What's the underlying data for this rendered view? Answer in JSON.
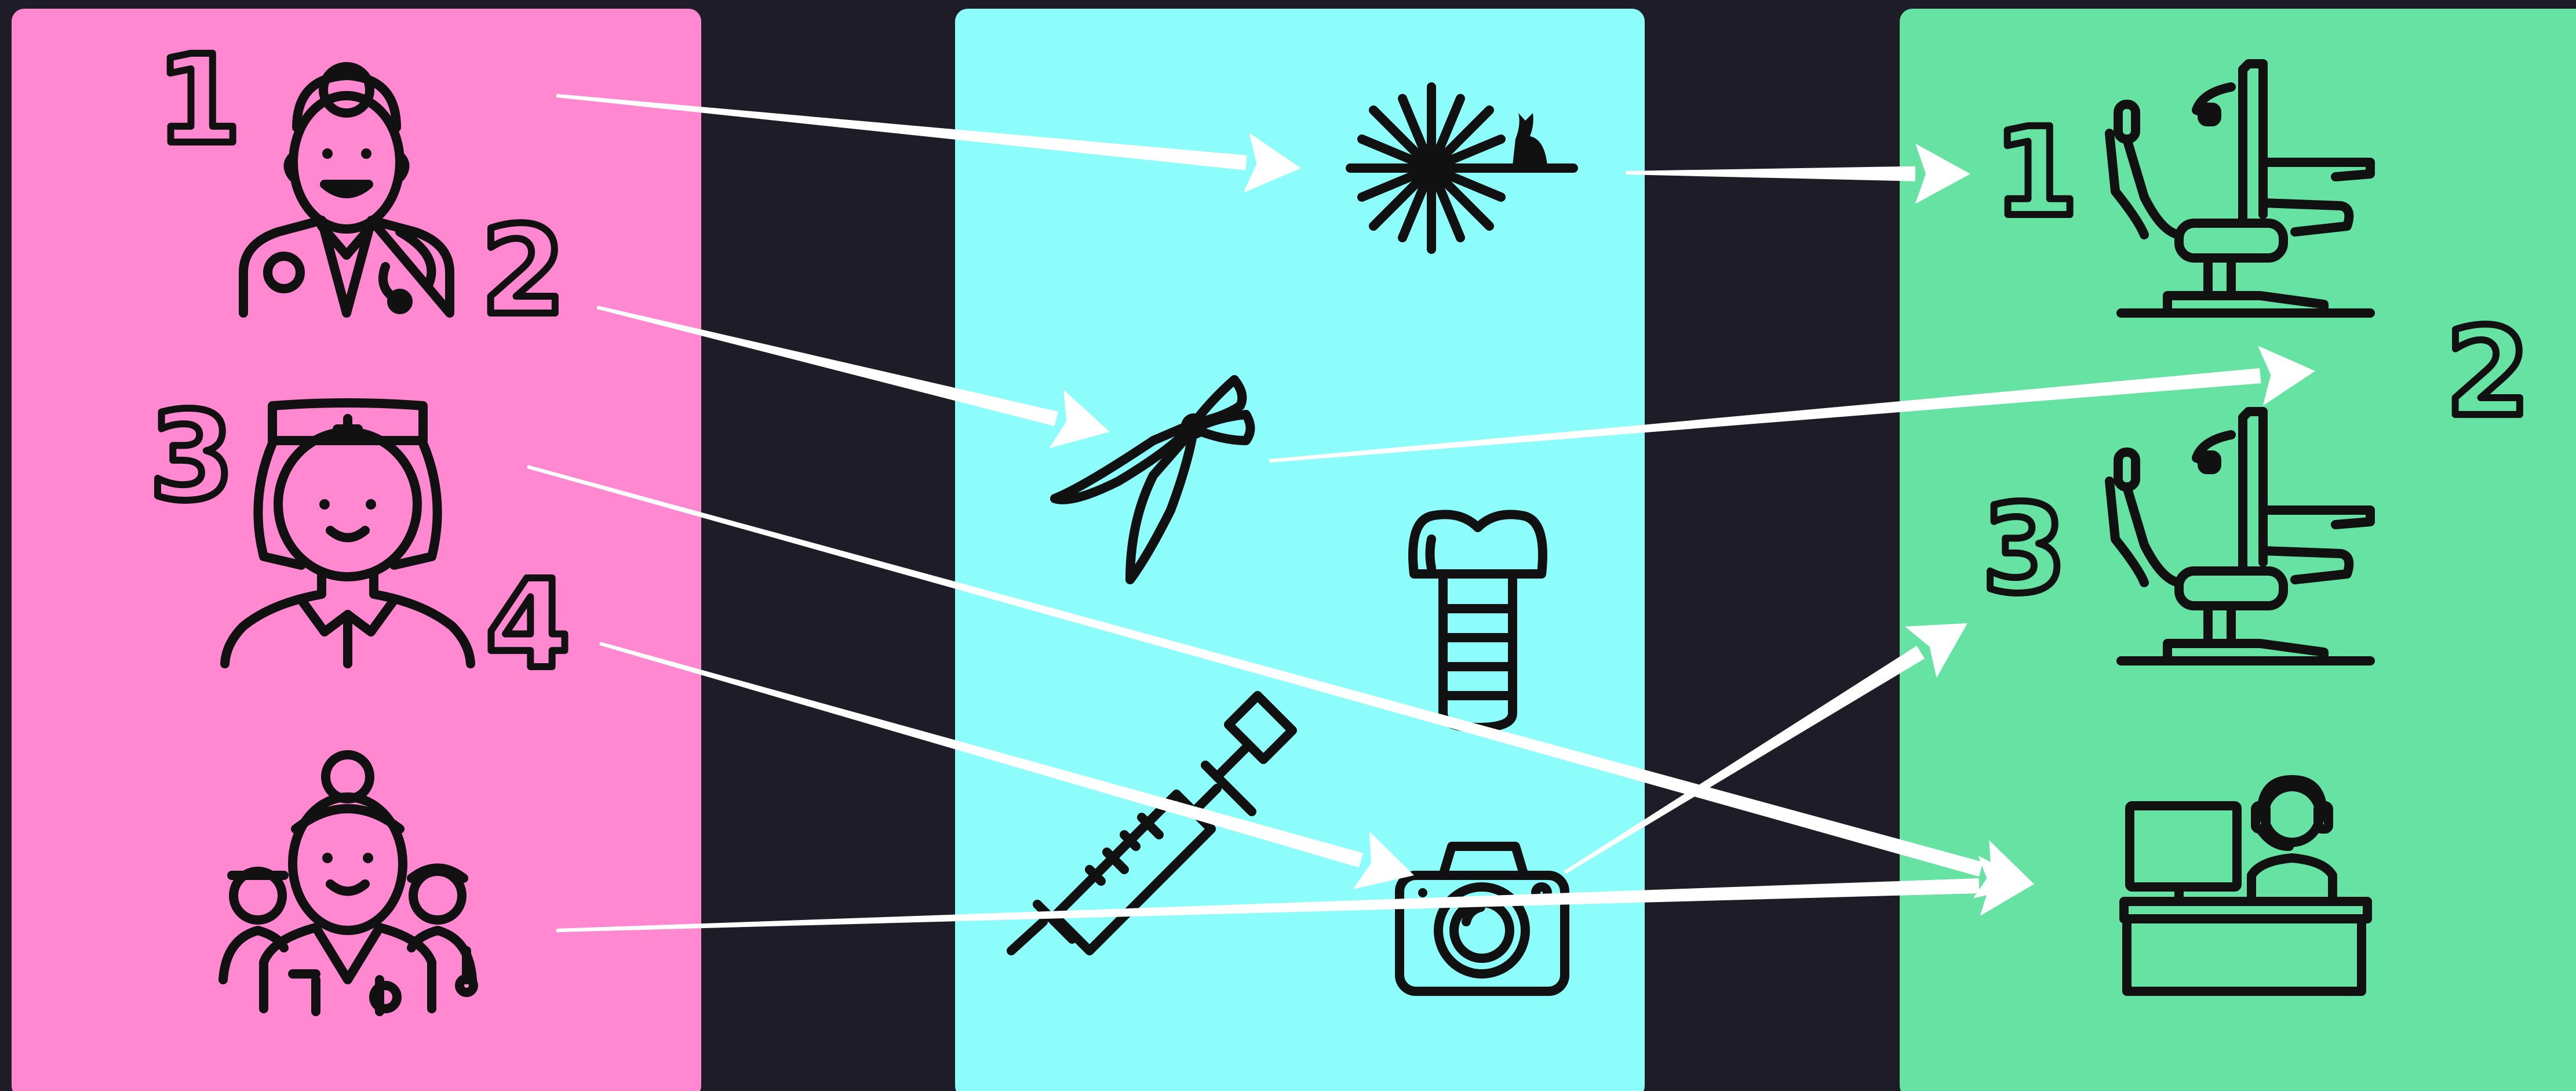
{
  "colors": {
    "background": "#1e1d27",
    "staff_panel": "#ff88d0",
    "tools_panel": "#8dfdfb",
    "places_panel": "#66e3a2",
    "arrows": "#ffffff",
    "icons": "#111111"
  },
  "panels": {
    "staff": {
      "items": [
        {
          "icon": "doctor-stethoscope-icon",
          "numbers": [
            "1",
            "2"
          ]
        },
        {
          "icon": "nurse-icon",
          "numbers": [
            "3",
            "4"
          ]
        },
        {
          "icon": "medical-team-icon",
          "numbers": []
        }
      ]
    },
    "tools": {
      "items": [
        {
          "icon": "dental-laser-icon"
        },
        {
          "icon": "extraction-forceps-icon"
        },
        {
          "icon": "dental-implant-icon"
        },
        {
          "icon": "syringe-icon"
        },
        {
          "icon": "camera-icon"
        }
      ]
    },
    "places": {
      "items": [
        {
          "icon": "dental-chair-icon",
          "number": "1"
        },
        {
          "icon": "dental-chair-icon",
          "number": "3"
        },
        {
          "icon": "reception-desk-icon",
          "number": ""
        }
      ],
      "extra_number": "2"
    }
  },
  "connections": [
    {
      "from": "staff-1",
      "to": "dental-laser"
    },
    {
      "from": "staff-2",
      "to": "extraction-forceps"
    },
    {
      "from": "staff-3",
      "to": "reception-desk"
    },
    {
      "from": "staff-4",
      "to": "camera"
    },
    {
      "from": "medical-team",
      "to": "reception-desk"
    },
    {
      "from": "dental-laser",
      "to": "chair-1"
    },
    {
      "from": "extraction-forceps",
      "to": "chair-2"
    },
    {
      "from": "camera",
      "to": "chair-3"
    }
  ]
}
